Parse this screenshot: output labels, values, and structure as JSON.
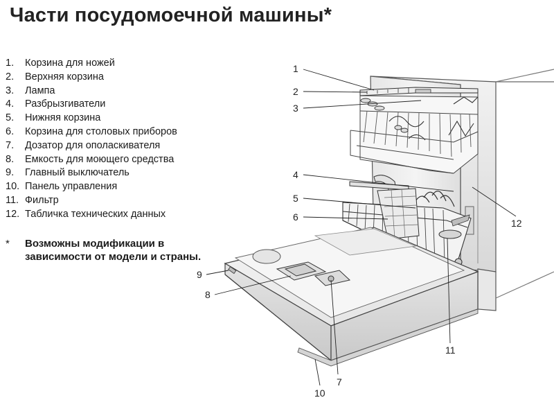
{
  "title": "Части посудомоечной машины*",
  "parts": [
    {
      "num": "1.",
      "label": "Корзина для ножей"
    },
    {
      "num": "2.",
      "label": "Верхняя корзина"
    },
    {
      "num": "3.",
      "label": "Лампа"
    },
    {
      "num": "4.",
      "label": "Разбрызгиватели"
    },
    {
      "num": "5.",
      "label": "Нижняя корзина"
    },
    {
      "num": "6.",
      "label": "Корзина для столовых приборов"
    },
    {
      "num": "7.",
      "label": "Дозатор для ополаскивателя"
    },
    {
      "num": "8.",
      "label": "Емкость для моющего средства"
    },
    {
      "num": "9.",
      "label": "Главный выключатель"
    },
    {
      "num": "10.",
      "label": "Панель управления"
    },
    {
      "num": "11.",
      "label": "Фильтр"
    },
    {
      "num": "12.",
      "label": "Табличка технических данных"
    }
  ],
  "note": {
    "marker": "*",
    "text": "Возможны модификации в зависимости от модели и страны."
  },
  "callouts": [
    "1",
    "2",
    "3",
    "4",
    "5",
    "6",
    "7",
    "8",
    "9",
    "10",
    "11",
    "12"
  ]
}
